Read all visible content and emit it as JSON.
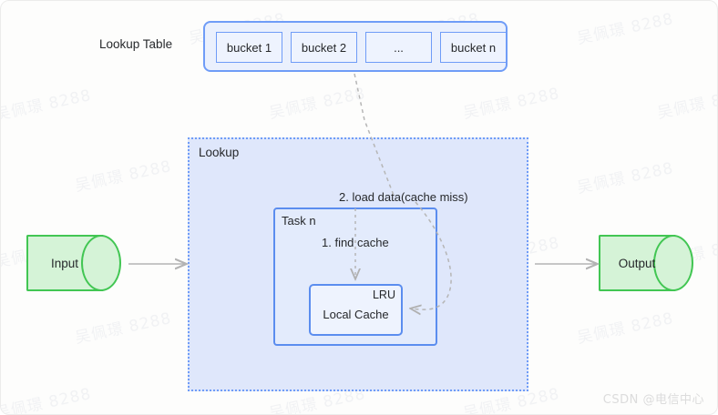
{
  "diagram": {
    "title_label": "Lookup Table",
    "lookup_table": {
      "buckets": [
        {
          "label": "bucket 1"
        },
        {
          "label": "bucket 2"
        },
        {
          "label": "..."
        },
        {
          "label": "bucket n"
        }
      ]
    },
    "lookup_container": {
      "title": "Lookup",
      "task": {
        "title": "Task n",
        "cache": {
          "corner_label": "LRU",
          "label": "Local Cache"
        }
      }
    },
    "annotations": {
      "step1": "1. find cache",
      "step2": "2. load data(cache miss)"
    },
    "nodes": {
      "input": "Input",
      "output": "Output"
    },
    "watermarks": {
      "tile": "吴佩璟 8288",
      "csdn": "CSDN @电信中心"
    },
    "colors": {
      "blue_border": "#6f9cf7",
      "blue_border_strong": "#5b8def",
      "lookup_fill": "#dfe7fb",
      "bucket_fill": "#eef3fe",
      "green_border": "#42c653",
      "green_fill": "#d5f3d7",
      "arrow_gray": "#b3b3b3",
      "text": "#26282b"
    }
  }
}
